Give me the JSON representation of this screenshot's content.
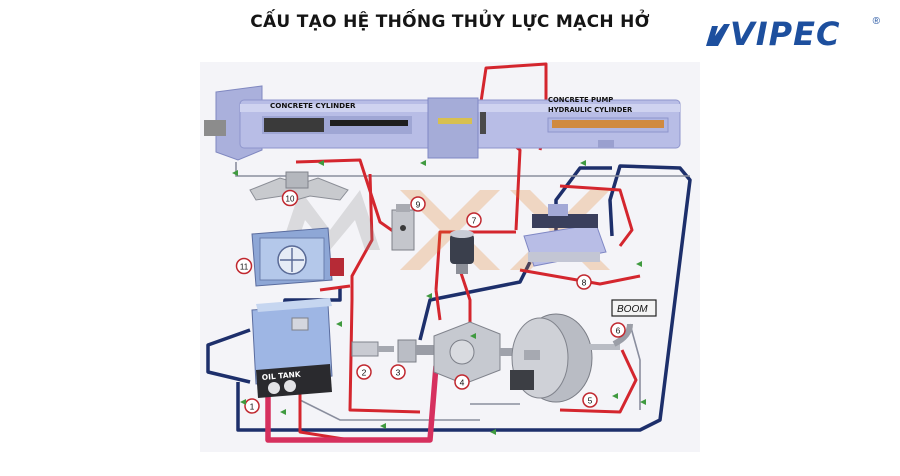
{
  "title": "CẤU TẠO HỆ THỐNG THỦY LỰC MẠCH HỞ",
  "logo": {
    "text": "VIPEC",
    "reg": "®"
  },
  "labels": {
    "concrete_cylinder": "CONCRETE CYLINDER",
    "pump_cylinder_1": "CONCRETE PUMP",
    "pump_cylinder_2": "HYDRAULIC CYLINDER",
    "oil_tank": "OIL TANK",
    "boom": "BOOM"
  },
  "components": [
    {
      "num": "1"
    },
    {
      "num": "2"
    },
    {
      "num": "3"
    },
    {
      "num": "4"
    },
    {
      "num": "5"
    },
    {
      "num": "6"
    },
    {
      "num": "7"
    },
    {
      "num": "8"
    },
    {
      "num": "9"
    },
    {
      "num": "10"
    },
    {
      "num": "11"
    }
  ],
  "watermark": "MXX",
  "colors": {
    "background": "#ffffff",
    "machine_blue": "#b8bde6",
    "pipe_red": "#d4262e",
    "pipe_pink": "#d6305e",
    "pipe_navy": "#1d2f6b",
    "pipe_grey": "#8a8e9e",
    "logo_blue": "#1d4f9e"
  }
}
